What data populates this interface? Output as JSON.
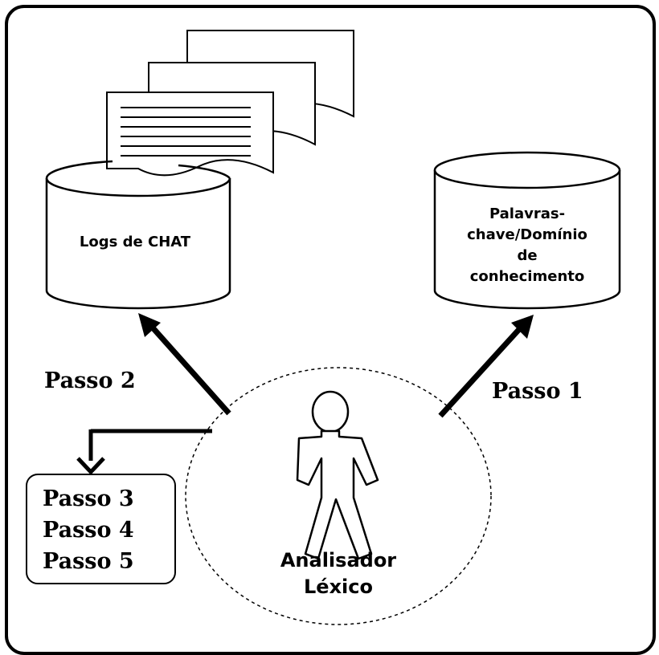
{
  "diagram": {
    "chat_logs_db": {
      "label": "Logs de CHAT"
    },
    "keywords_db": {
      "lines": [
        "Palavras-",
        "chave/Domínio",
        "de",
        "conhecimento"
      ]
    },
    "actor": {
      "lines": [
        "Analisador",
        "Léxico"
      ]
    },
    "steps": {
      "step1": "Passo 1",
      "step2": "Passo 2",
      "box": [
        "Passo 3",
        "Passo 4",
        "Passo 5"
      ]
    }
  }
}
